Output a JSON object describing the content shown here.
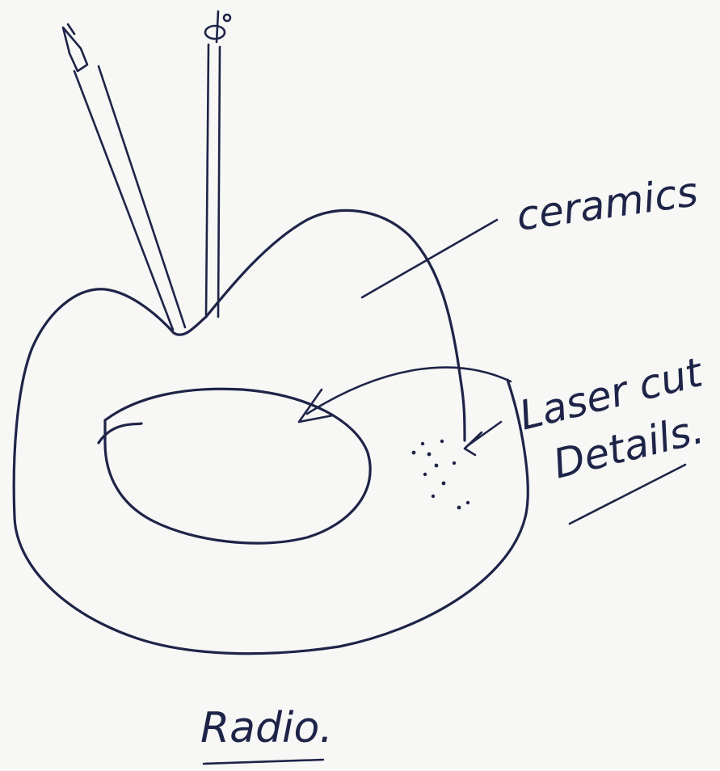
{
  "labels": {
    "material": "ceramics",
    "detail_line1": "Laser cut",
    "detail_line2": "Details.",
    "title": "Radio."
  },
  "colors": {
    "ink": "#1e2448",
    "paper": "#f7f7f5"
  }
}
